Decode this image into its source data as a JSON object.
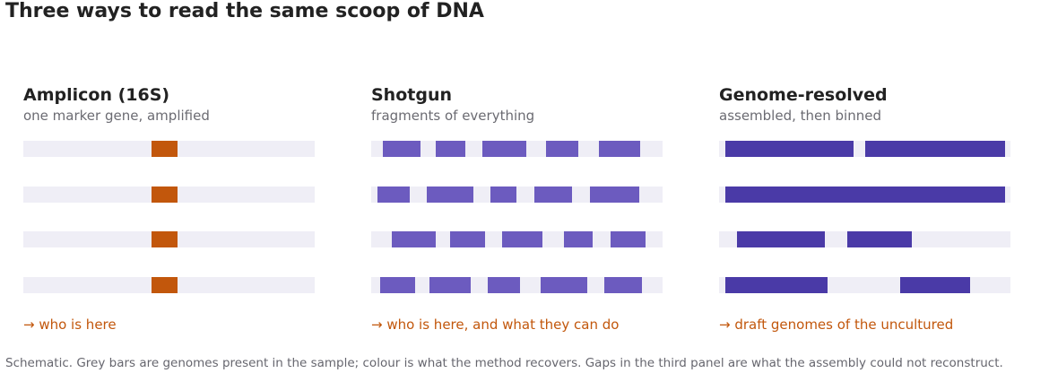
{
  "title": "Three ways to read the same scoop of DNA",
  "footnote": "Schematic. Grey bars are genomes present in the sample; colour is what the method recovers. Gaps in the third panel are what the assembly could not reconstruct.",
  "colors": {
    "genome_track": "#efeef6",
    "amplicon": "#c2570c",
    "shotgun": "#6c5bbf",
    "genome_resolved": "#4a3aa7",
    "result_text": "#c2570c"
  },
  "panels": [
    {
      "name": "Amplicon (16S)",
      "subtitle": "one marker gene, amplified",
      "result": "→ who is here",
      "color_key": "amplicon",
      "genomes": [
        [
          [
            0.44,
            0.53
          ]
        ],
        [
          [
            0.44,
            0.53
          ]
        ],
        [
          [
            0.44,
            0.53
          ]
        ],
        [
          [
            0.44,
            0.53
          ]
        ]
      ]
    },
    {
      "name": "Shotgun",
      "subtitle": "fragments of everything",
      "result": "→ who is here, and what they can do",
      "color_key": "shotgun",
      "genomes": [
        [
          [
            0.04,
            0.17
          ],
          [
            0.22,
            0.32
          ],
          [
            0.38,
            0.53
          ],
          [
            0.6,
            0.71
          ],
          [
            0.78,
            0.92
          ]
        ],
        [
          [
            0.02,
            0.13
          ],
          [
            0.19,
            0.35
          ],
          [
            0.41,
            0.5
          ],
          [
            0.56,
            0.69
          ],
          [
            0.75,
            0.92
          ]
        ],
        [
          [
            0.07,
            0.22
          ],
          [
            0.27,
            0.39
          ],
          [
            0.45,
            0.59
          ],
          [
            0.66,
            0.76
          ],
          [
            0.82,
            0.94
          ]
        ],
        [
          [
            0.03,
            0.15
          ],
          [
            0.2,
            0.34
          ],
          [
            0.4,
            0.51
          ],
          [
            0.58,
            0.74
          ],
          [
            0.8,
            0.93
          ]
        ]
      ]
    },
    {
      "name": "Genome-resolved",
      "subtitle": "assembled, then binned",
      "result": "→ draft genomes of the uncultured",
      "color_key": "genome_resolved",
      "genomes": [
        [
          [
            0.02,
            0.46
          ],
          [
            0.5,
            0.98
          ]
        ],
        [
          [
            0.02,
            0.98
          ]
        ],
        [
          [
            0.06,
            0.36
          ],
          [
            0.44,
            0.66
          ]
        ],
        [
          [
            0.02,
            0.37
          ],
          [
            0.62,
            0.86
          ]
        ]
      ]
    }
  ]
}
